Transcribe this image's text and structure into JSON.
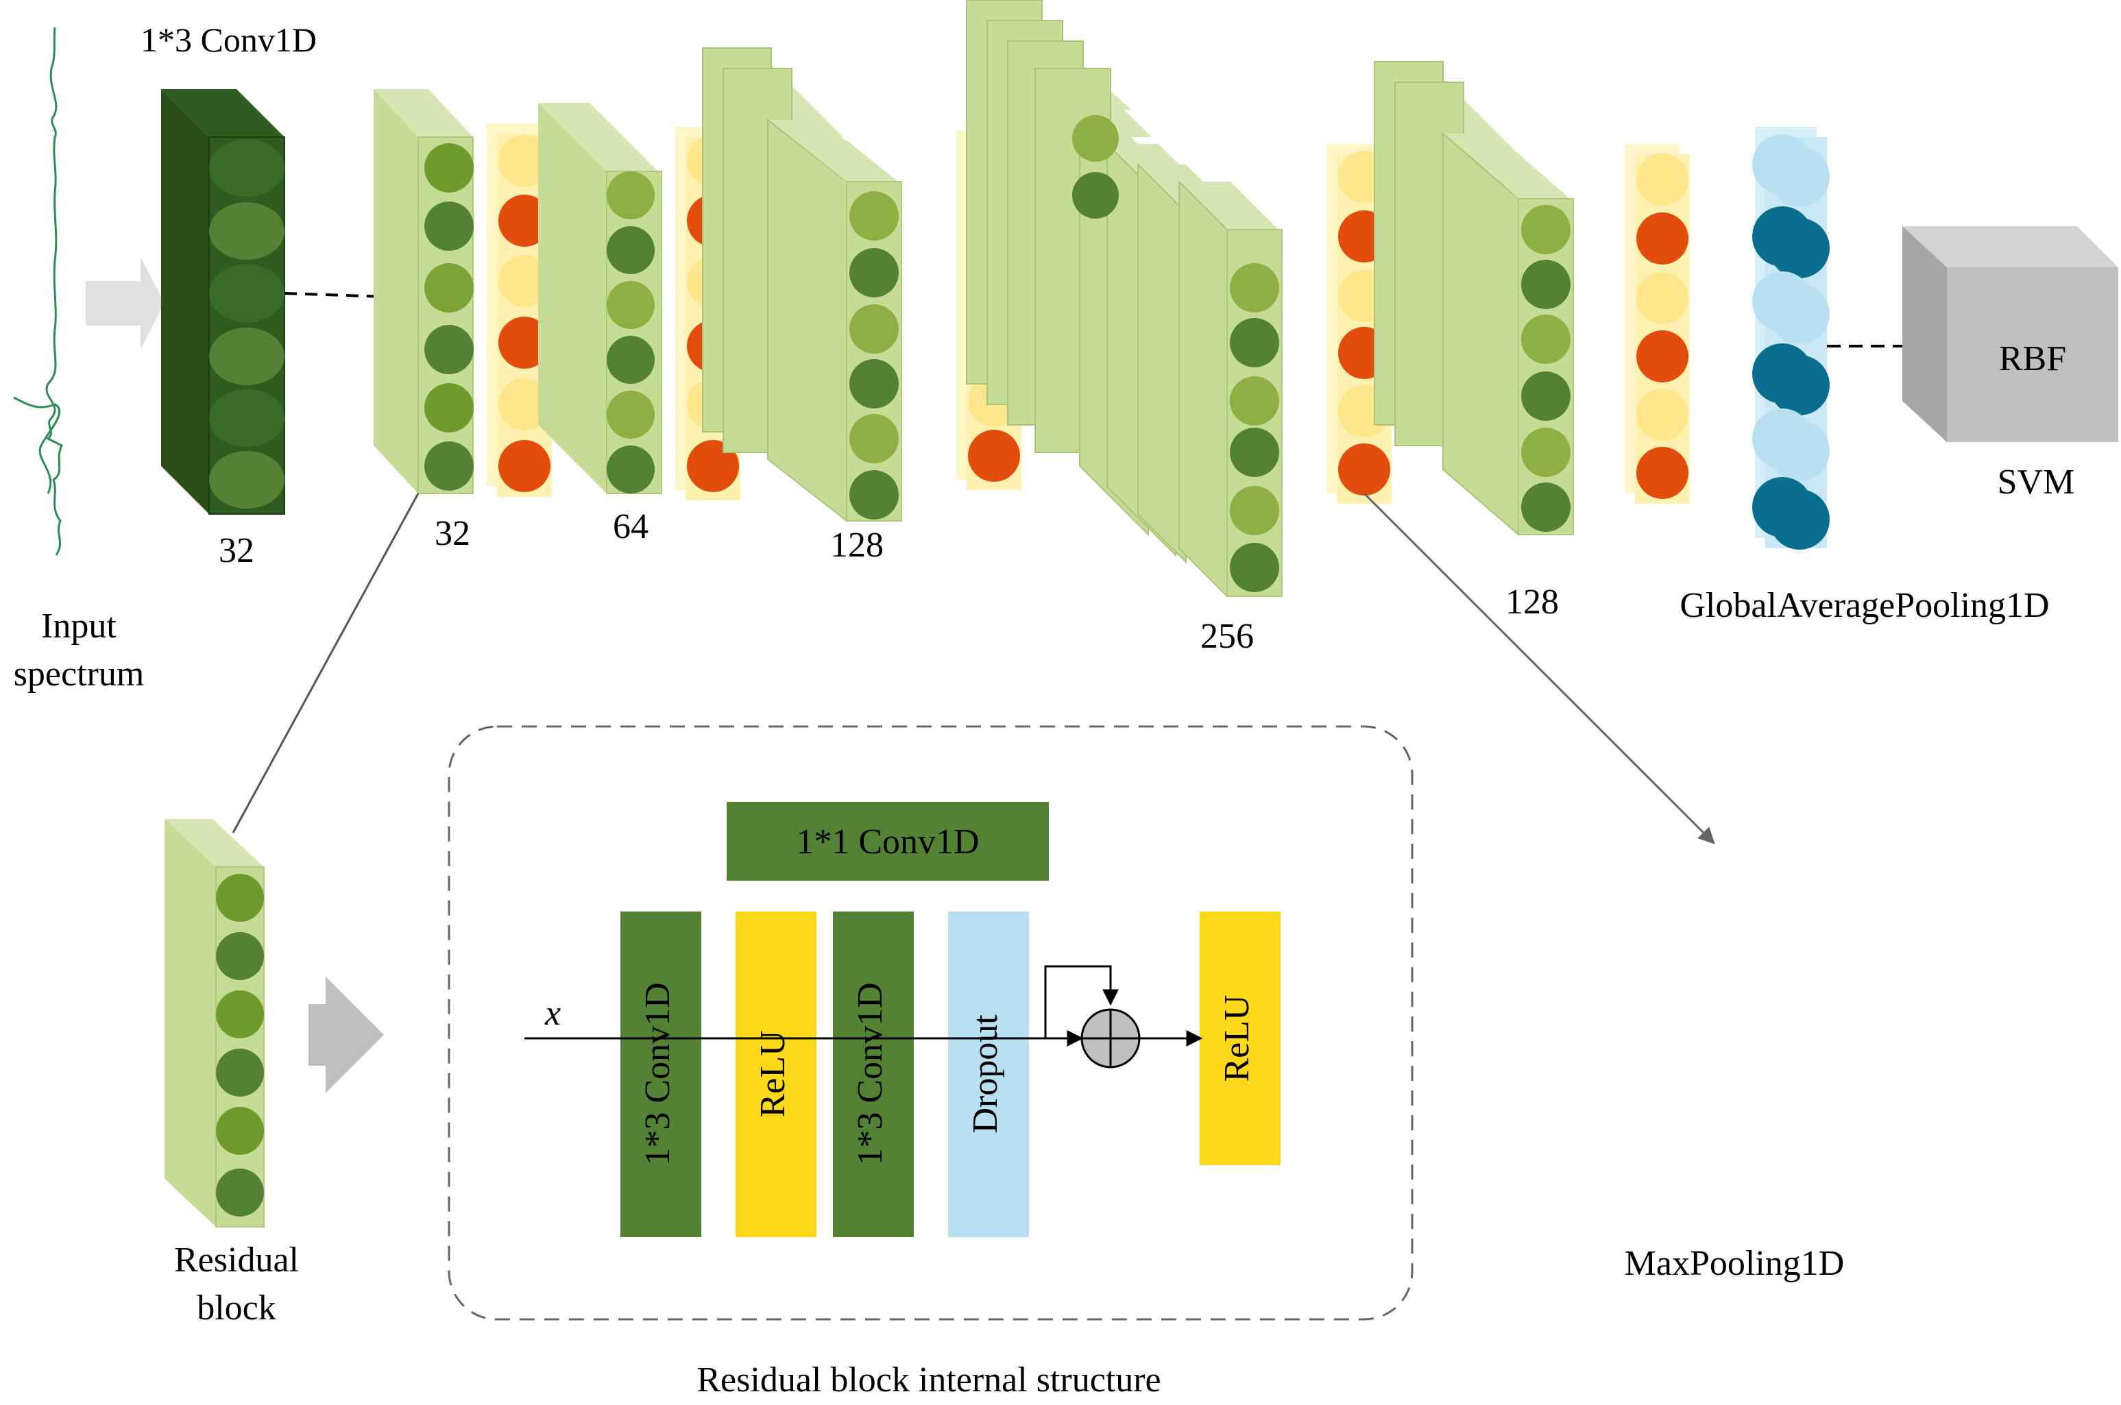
{
  "labels": {
    "conv_first": "1*3 Conv1D",
    "input_line1": "Input",
    "input_line2": "spectrum",
    "n_32a": "32",
    "n_32b": "32",
    "n_64": "64",
    "n_128a": "128",
    "n_256": "256",
    "n_128b": "128",
    "gap": "GlobalAveragePooling1D",
    "rbf": "RBF",
    "svm": "SVM",
    "maxpool": "MaxPooling1D",
    "residual_line1": "Residual",
    "residual_line2": "block",
    "internal_title": "Residual block internal structure"
  },
  "internal": {
    "conv1x1": "1*1 Conv1D",
    "conv3_a": "1*3 Conv1D",
    "relu_a": "ReLU",
    "conv3_b": "1*3 Conv1D",
    "dropout": "Dropout",
    "relu_b": "ReLU",
    "x": "x"
  },
  "colors": {
    "dark_green": "#2f5d1f",
    "med_green": "#548235",
    "light_green": "#c5dc95",
    "olive_circle": "#8fae44",
    "orange": "#e24d0d",
    "yellow_light": "#ffe68a",
    "yellow_bar": "#ffd91a",
    "teal": "#0a6e8f",
    "light_blue": "#b8e0f0",
    "gray_box": "#b3b3b3",
    "spectrum": "#2e8b57"
  }
}
